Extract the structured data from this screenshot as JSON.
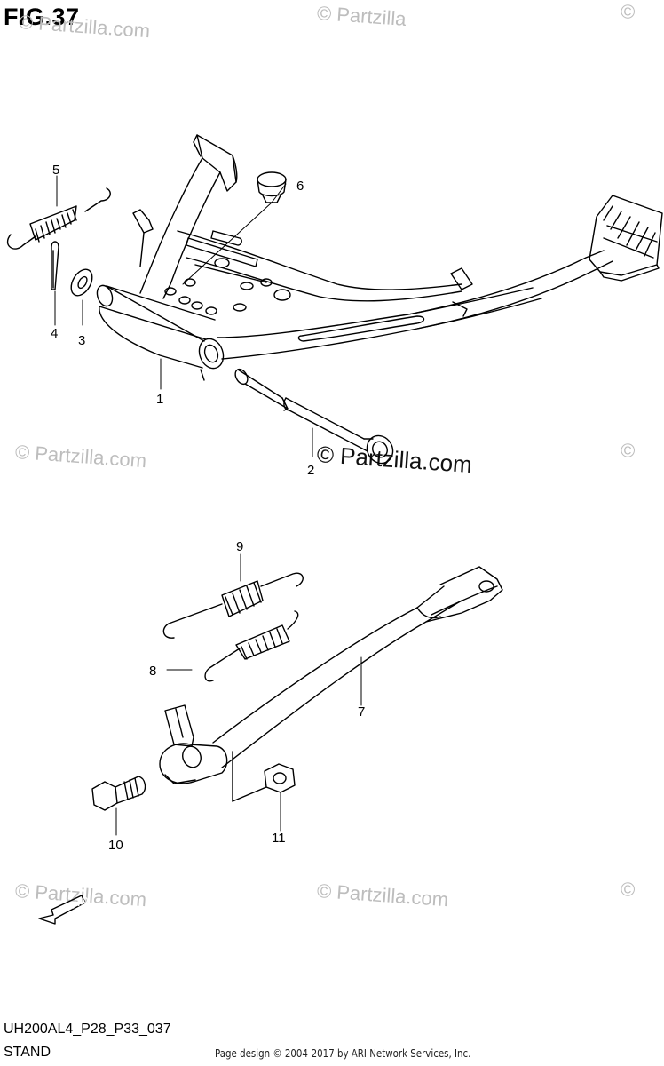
{
  "figure": {
    "title": "FIG.37",
    "model_code": "UH200AL4_P28_P33_037",
    "section_name": "STAND",
    "credit": "Page design © 2004-2017 by ARI Network Services, Inc."
  },
  "callouts": [
    "1",
    "2",
    "3",
    "4",
    "5",
    "6",
    "7",
    "8",
    "9",
    "10",
    "11"
  ],
  "watermark": {
    "text": "© Partzilla.com",
    "text_cut": "© Partzilla",
    "text_edge": "©",
    "text_center": "© Partzilla.com"
  },
  "fwd_label": "FWD",
  "colors": {
    "line": "#000000",
    "watermark": "#bdbdbd",
    "background": "#ffffff"
  }
}
